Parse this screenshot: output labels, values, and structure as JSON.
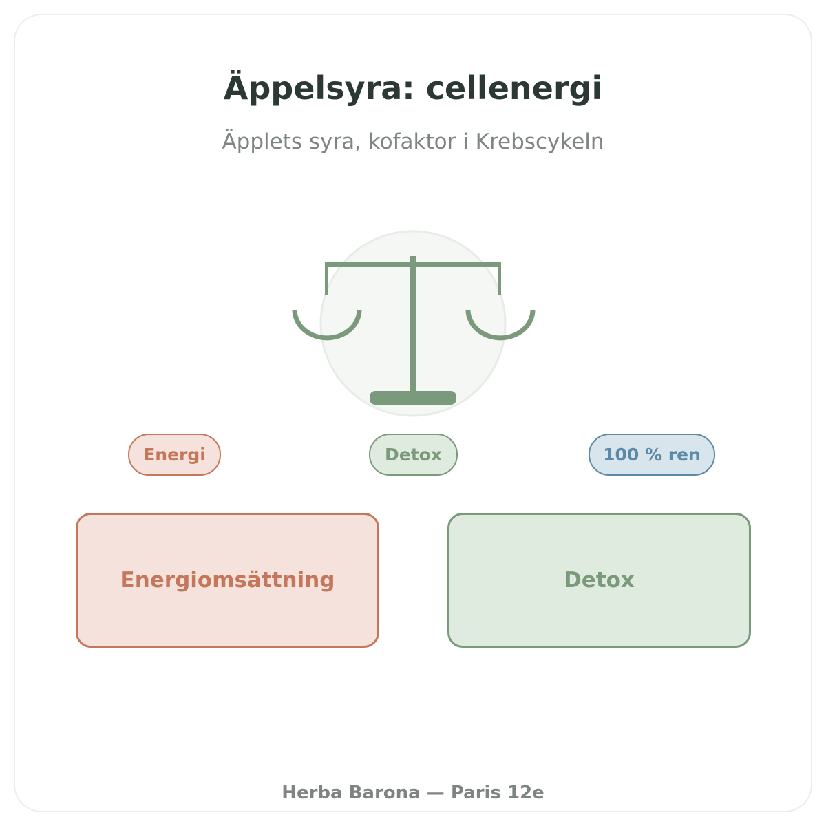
{
  "header": {
    "title": "Äppelsyra: cellenergi",
    "subtitle": "Äpplets syra, kofaktor i Krebscykeln"
  },
  "emblem": {
    "icon": "balance-scale-icon",
    "color": "#7b9a7c",
    "background_color": "#f5f7f4"
  },
  "tags": [
    {
      "label": "Energi",
      "color": "#c5775c"
    },
    {
      "label": "Detox",
      "color": "#7b9a7c"
    },
    {
      "label": "100 % ren",
      "color": "#5c89a7"
    }
  ],
  "benefits": [
    {
      "label": "Energiomsättning",
      "color": "#c5775c"
    },
    {
      "label": "Detox",
      "color": "#7b9a7c"
    }
  ],
  "footer": {
    "text": "Herba Barona — Paris 12e"
  }
}
